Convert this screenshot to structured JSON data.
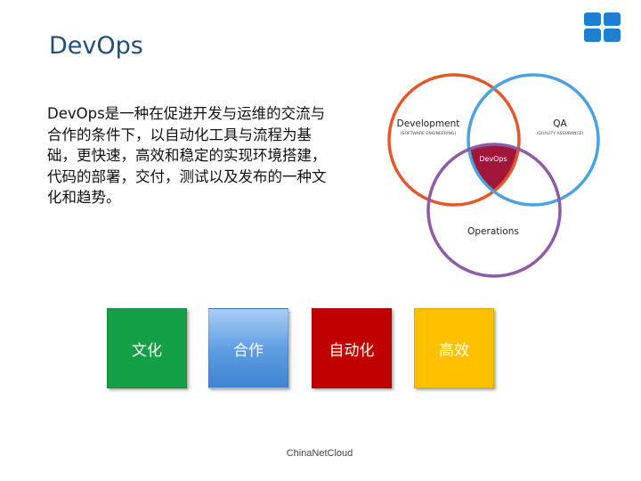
{
  "title": "DevOps",
  "description": "DevOps是一种在促进开发与运维的交流与合作的条件下，以自动化工具与流程为基础，更快速，高效和稳定的实现环境搭建，代码的部署，交付，测试以及发布的一种文化和趋势。",
  "venn": {
    "development": {
      "label": "Development",
      "sublabel": "(SOFTWARE ENGINEERING)",
      "color": "#e05a2b"
    },
    "qa": {
      "label": "QA",
      "sublabel": "(QUALITY ASSURANCE)",
      "color": "#4aa3df"
    },
    "operations": {
      "label": "Operations",
      "color": "#8e5ba8"
    },
    "center": {
      "label": "DevOps",
      "color": "#a0173a"
    }
  },
  "boxes": [
    {
      "label": "文化",
      "color": "#13a046"
    },
    {
      "label": "合作",
      "color": "#5b9be0"
    },
    {
      "label": "自动化",
      "color": "#c00000"
    },
    {
      "label": "高效",
      "color": "#ffc000"
    }
  ],
  "footer": "ChinaNetCloud"
}
